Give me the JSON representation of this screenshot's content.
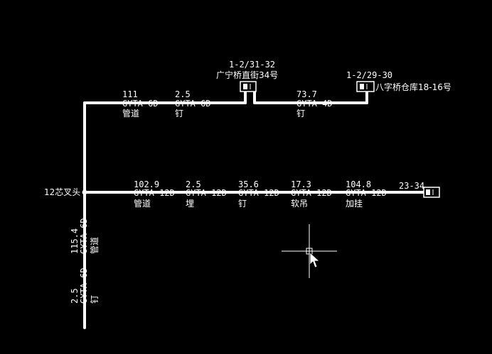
{
  "diagram": {
    "junction": {
      "label": "12芯叉头"
    },
    "top_branch": {
      "segments": [
        {
          "length": "111",
          "cable": "GYTA-6D",
          "method": "管道"
        },
        {
          "length": "2.5",
          "cable": "GYTA-6D",
          "method": "钉"
        },
        {
          "length": "73.7",
          "cable": "GYTA-4D",
          "method": "钉"
        }
      ],
      "nodes": [
        {
          "code": "1-2/31-32",
          "name": "广宁桥直街34号"
        },
        {
          "code": "1-2/29-30",
          "name": "八字桥仓库18-16号"
        }
      ]
    },
    "middle_branch": {
      "segments": [
        {
          "length": "102.9",
          "cable": "GYTA-12D",
          "method": "管道"
        },
        {
          "length": "2.5",
          "cable": "GYTA-12D",
          "method": "埋"
        },
        {
          "length": "35.6",
          "cable": "GYTA-12D",
          "method": "钉"
        },
        {
          "length": "17.3",
          "cable": "GYTA-12D",
          "method": "软吊"
        },
        {
          "length": "104.8",
          "cable": "GYTA-12D",
          "method": "加挂"
        }
      ],
      "end_node": {
        "code": "23-34"
      }
    },
    "vertical_branch": {
      "segments": [
        {
          "length": "115.4",
          "cable": "GYTA-6D",
          "method": "管道"
        },
        {
          "length": "2.5",
          "cable": "GYTA-6D",
          "method": "钉"
        }
      ]
    }
  }
}
